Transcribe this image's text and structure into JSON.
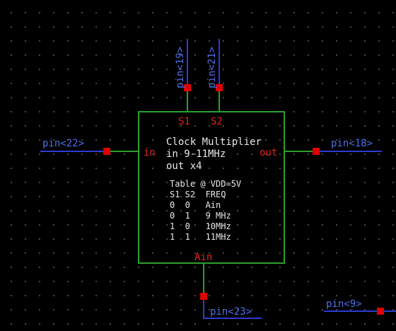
{
  "colors": {
    "background": "#000000",
    "grid_dot": "#5a5a5a",
    "wire": "#2e3bd0",
    "symbol": "#2ca02c",
    "pin_square": "#e00000",
    "symbol_pin_label": "#e02020",
    "net_label": "#4f6ee8",
    "text": "#e8e8e8"
  },
  "nets": {
    "pin19": "pin<19>",
    "pin21": "pin<21>",
    "pin22": "pin<22>",
    "pin18": "pin<18>",
    "pin23": "pin<23>",
    "pin9": "pin<9>"
  },
  "symbol": {
    "pins": {
      "s1": "S1",
      "s2": "S2",
      "in": "in",
      "out": "out",
      "ain": "Ain"
    },
    "title_lines": [
      "Clock Multiplier",
      "in 9-11MHz",
      "out x4"
    ],
    "table_title": "Table @ VDD=5V",
    "table_header": "S1 S2  FREQ",
    "table_rows": [
      "0  0   Ain",
      "0  1   9 MHz",
      "1  0   10MHz",
      "1  1   11MHz"
    ]
  }
}
